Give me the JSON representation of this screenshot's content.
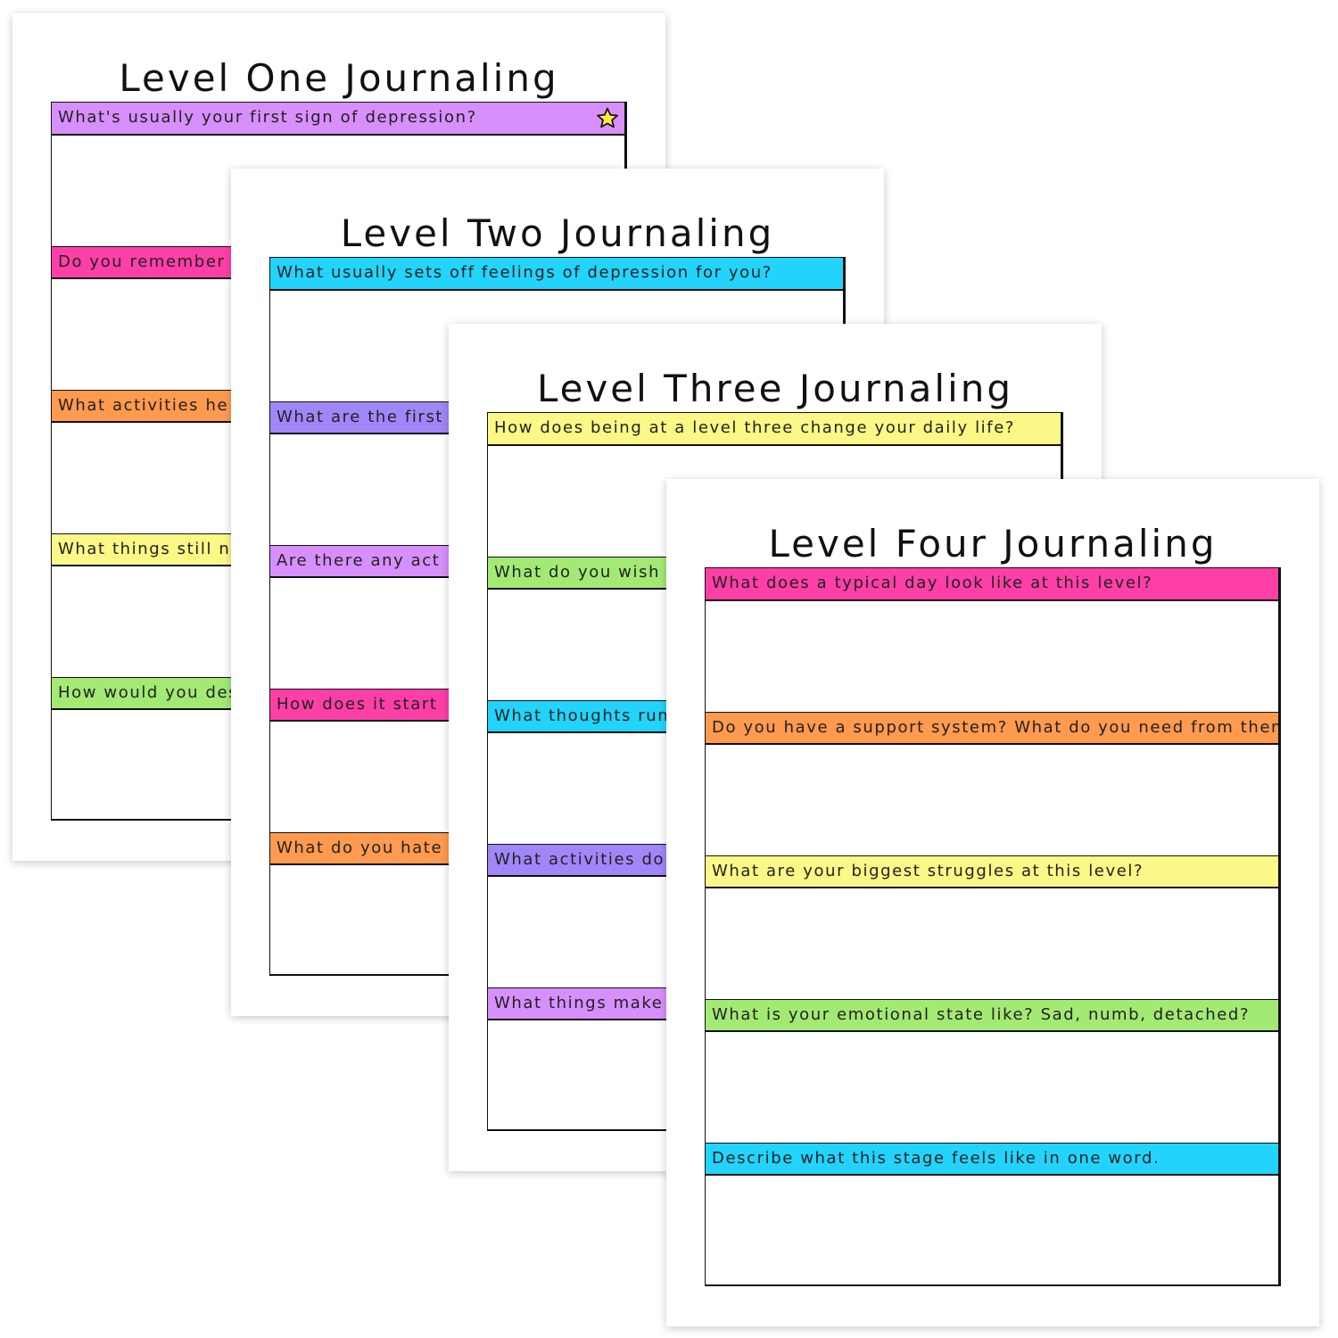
{
  "colors": {
    "purple": "#d78ffc",
    "pink": "#ff3fa8",
    "orange": "#ff9a4f",
    "yellow": "#fbf887",
    "green": "#a3ea74",
    "cyan": "#22d4fb",
    "violet": "#a186f8",
    "star": "#ffe94a"
  },
  "pages": [
    {
      "title": "Level One Journaling",
      "prompts": [
        {
          "text": "What's usually your first sign of depression?",
          "color": "#d78ffc",
          "icon": "star-icon"
        },
        {
          "text": "Do you remember wh",
          "color": "#ff3fa8"
        },
        {
          "text": "What activities he",
          "color": "#ff9a4f"
        },
        {
          "text": "What things still n",
          "color": "#fbf887"
        },
        {
          "text": "How would you desc",
          "color": "#a3ea74"
        }
      ]
    },
    {
      "title": "Level Two Journaling",
      "prompts": [
        {
          "text": "What usually sets off feelings of depression for you?",
          "color": "#22d4fb"
        },
        {
          "text": "What are the first",
          "color": "#a186f8"
        },
        {
          "text": "Are there any act",
          "color": "#d78ffc"
        },
        {
          "text": "How does it start",
          "color": "#ff3fa8"
        },
        {
          "text": "What do you hate",
          "color": "#ff9a4f"
        }
      ]
    },
    {
      "title": "Level Three Journaling",
      "prompts": [
        {
          "text": "How does being at a level three change your daily life?",
          "color": "#fbf887"
        },
        {
          "text": "What do you wish y",
          "color": "#a3ea74"
        },
        {
          "text": "What thoughts run",
          "color": "#22d4fb"
        },
        {
          "text": "What activities do",
          "color": "#a186f8"
        },
        {
          "text": "What things make",
          "color": "#d78ffc"
        }
      ]
    },
    {
      "title": "Level Four Journaling",
      "prompts": [
        {
          "text": "What does a typical day look like at this level?",
          "color": "#ff3fa8"
        },
        {
          "text": "Do you have a support system? What do you need from them?",
          "color": "#ff9a4f"
        },
        {
          "text": "What are your biggest struggles at this level?",
          "color": "#fbf887"
        },
        {
          "text": "What is your emotional state like? Sad, numb, detached?",
          "color": "#a3ea74"
        },
        {
          "text": "Describe what this stage feels like in one word.",
          "color": "#22d4fb"
        }
      ]
    }
  ]
}
